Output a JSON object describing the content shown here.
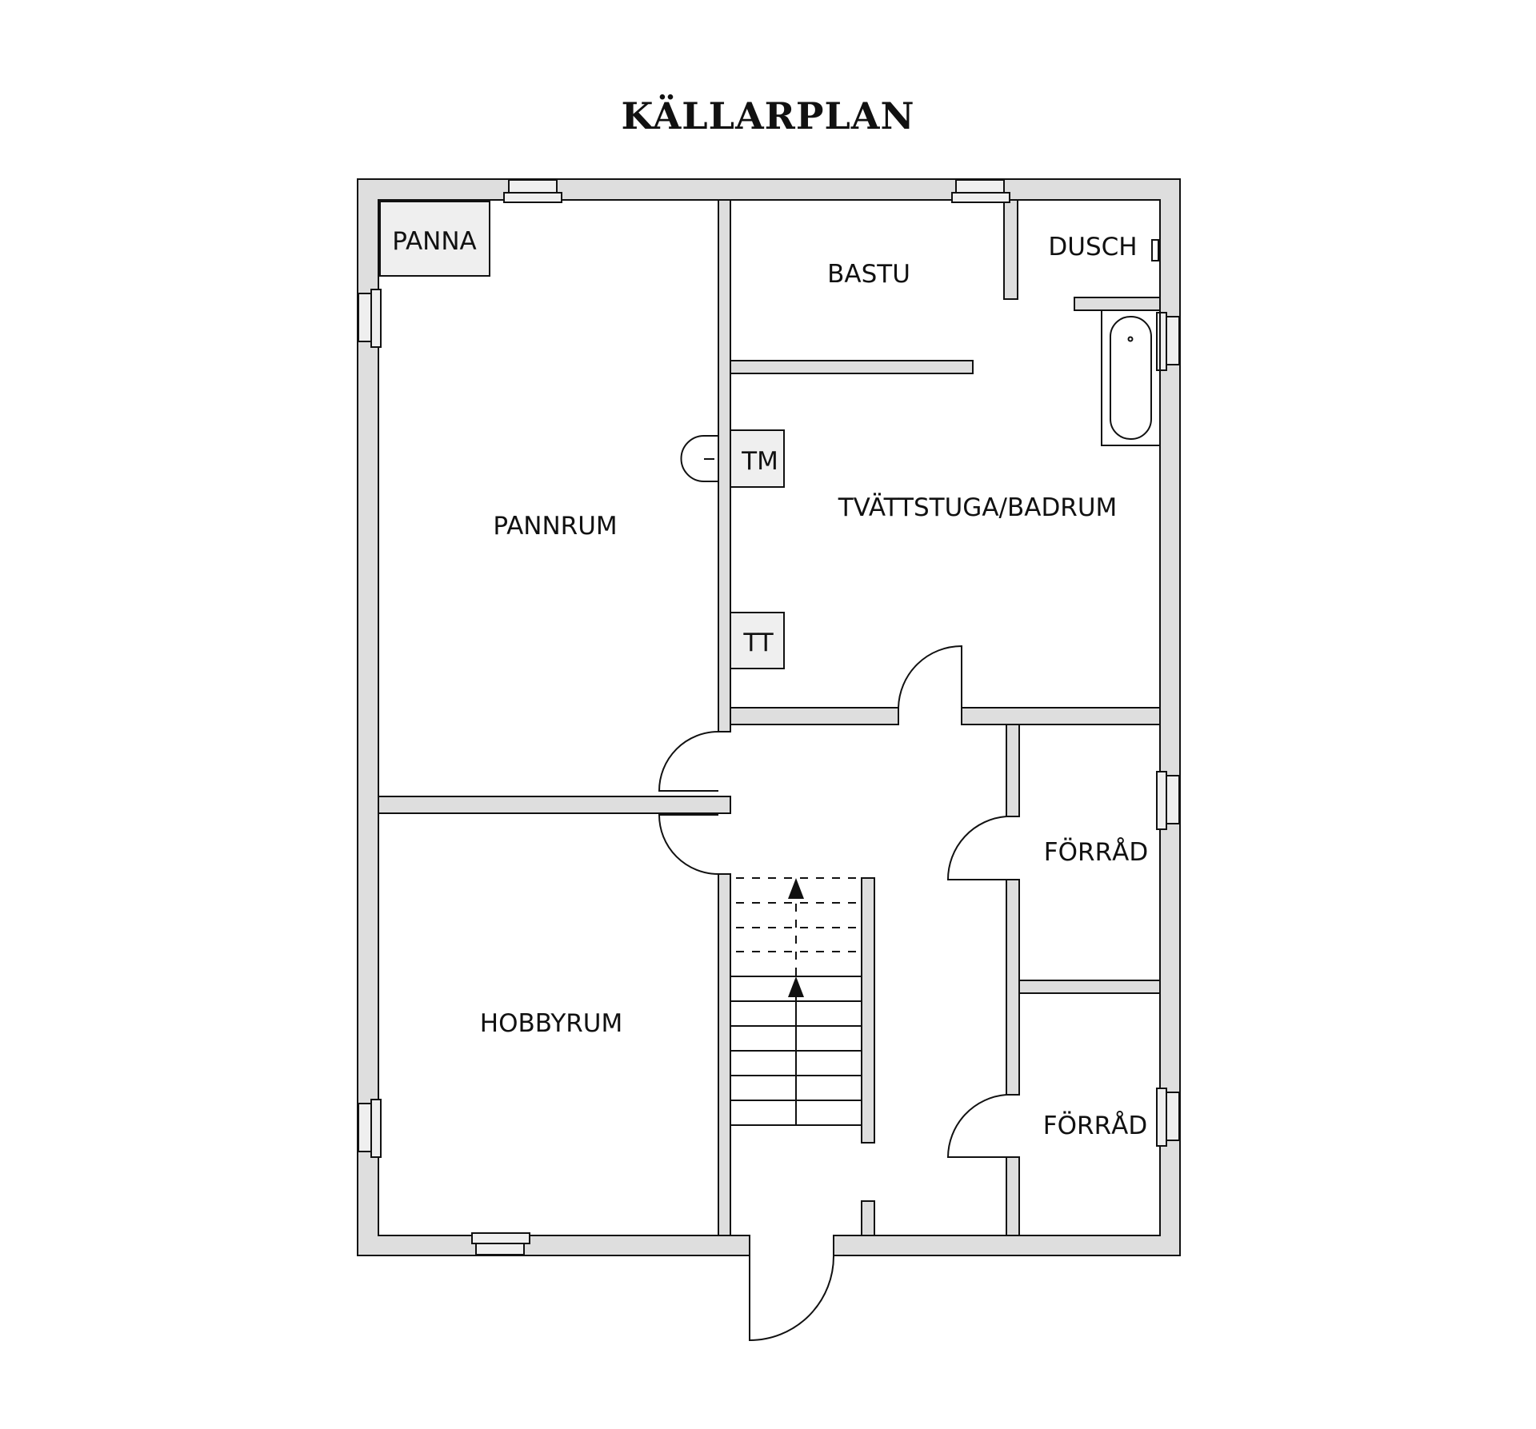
{
  "title": "KÄLLARPLAN",
  "rooms": {
    "panna": "PANNA",
    "pannrum": "PANNRUM",
    "hobbyrum": "HOBBYRUM",
    "bastu": "BASTU",
    "dusch": "DUSCH",
    "tvattstuga": "TVÄTTSTUGA/BADRUM",
    "forrad_1": "FÖRRÅD",
    "forrad_2": "FÖRRÅD"
  },
  "fixtures": {
    "tm": "TM",
    "tt": "TT"
  },
  "colors": {
    "wall": "#dedede",
    "fixture": "#efefef",
    "line": "#111111"
  }
}
